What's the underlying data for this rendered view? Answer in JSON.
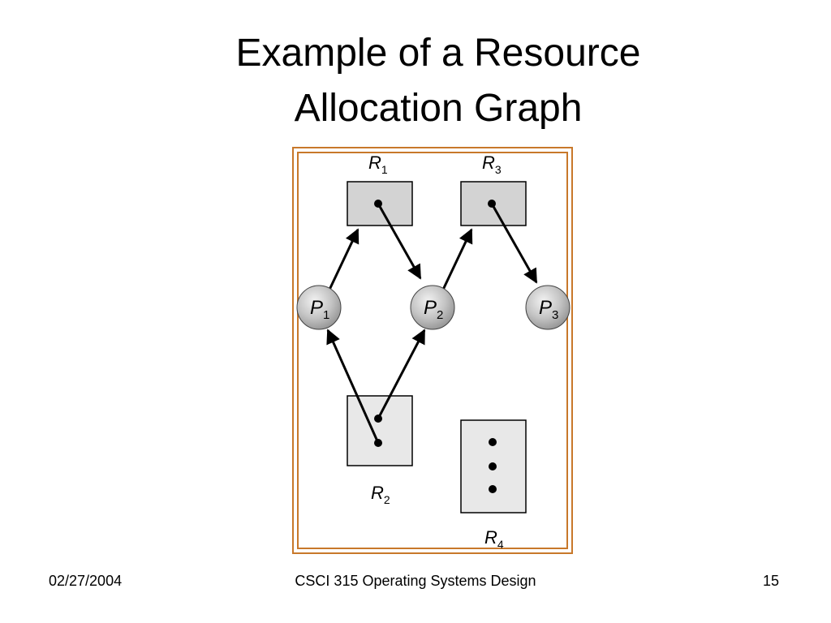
{
  "slide": {
    "title_line1": "Example of a Resource",
    "title_line2": "Allocation Graph"
  },
  "diagram": {
    "resources": {
      "R1": {
        "label": "R",
        "sub": "1",
        "instances": 1
      },
      "R2": {
        "label": "R",
        "sub": "2",
        "instances": 2
      },
      "R3": {
        "label": "R",
        "sub": "3",
        "instances": 1
      },
      "R4": {
        "label": "R",
        "sub": "4",
        "instances": 3
      }
    },
    "processes": {
      "P1": {
        "label": "P",
        "sub": "1"
      },
      "P2": {
        "label": "P",
        "sub": "2"
      },
      "P3": {
        "label": "P",
        "sub": "3"
      }
    },
    "edges": [
      {
        "from": "P1",
        "to": "R1",
        "type": "request"
      },
      {
        "from": "R1",
        "to": "P2",
        "type": "assignment"
      },
      {
        "from": "P2",
        "to": "R3",
        "type": "request"
      },
      {
        "from": "R3",
        "to": "P3",
        "type": "assignment"
      },
      {
        "from": "R2",
        "to": "P1",
        "type": "assignment"
      },
      {
        "from": "R2",
        "to": "P2",
        "type": "assignment"
      }
    ],
    "colors": {
      "frame": "#c8782a",
      "resource_fill_top": "#d3d3d3",
      "resource_fill_bottom": "#e8e8e8"
    }
  },
  "footer": {
    "date": "02/27/2004",
    "course": "CSCI 315 Operating Systems Design",
    "page": "15"
  }
}
